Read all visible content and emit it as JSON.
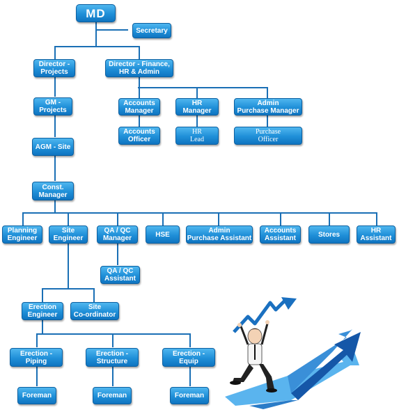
{
  "nodes": {
    "md": "MD",
    "secretary": "Secretary",
    "director_projects": "Director -\nProjects",
    "director_finance": "Director - Finance,\nHR & Admin",
    "gm_projects": "GM -\nProjects",
    "accounts_manager": "Accounts\nManager",
    "hr_manager": "HR\nManager",
    "admin_purchase_manager": "Admin\nPurchase Manager",
    "accounts_officer": "Accounts\nOfficer",
    "hr_lead": "HR\nLead",
    "purchase_officer": "Purchase\nOfficer",
    "agm_site": "AGM - Site",
    "const_manager": "Const.\nManager",
    "planning_engineer": "Planning\nEngineer",
    "site_engineer": "Site\nEngineer",
    "qa_qc_manager": "QA / QC\nManager",
    "hse": "HSE",
    "admin_purchase_assistant": "Admin\nPurchase Assistant",
    "accounts_assistant": "Accounts\nAssistant",
    "stores": "Stores",
    "hr_assistant": "HR\nAssistant",
    "qa_qc_assistant": "QA / QC\nAssistant",
    "erection_engineer": "Erection\nEngineer",
    "site_coordinator": "Site\nCo-ordinator",
    "erection_piping": "Erection -\nPiping",
    "erection_structure": "Erection -\nStructure",
    "erection_equip": "Erection -\nEquip",
    "foreman_1": "Foreman",
    "foreman_2": "Foreman",
    "foreman_3": "Foreman"
  },
  "colors": {
    "node_top": "#4fb6ef",
    "node_bottom": "#0f74c0",
    "connector": "#1a6fb5",
    "arrow_light": "#5ab4ee",
    "arrow_dark": "#1557a8"
  },
  "icons": [
    "growth-arrow-icon",
    "businessman-icon"
  ]
}
